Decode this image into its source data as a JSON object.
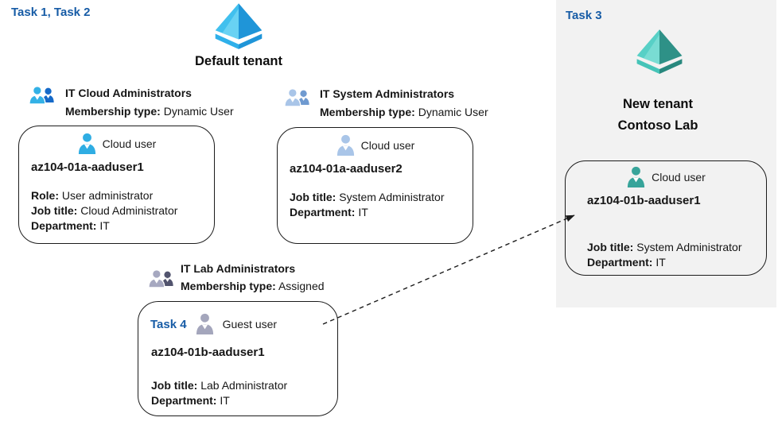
{
  "page": {
    "task12_label": "Task 1, Task 2",
    "task3_label": "Task 3"
  },
  "tenants": {
    "default": {
      "label": "Default tenant"
    },
    "new": {
      "line1": "New tenant",
      "line2": "Contoso Lab"
    }
  },
  "groups": [
    {
      "name": "IT Cloud Administrators",
      "membership_label": "Membership type:",
      "membership_value": "Dynamic User"
    },
    {
      "name": "IT System Administrators",
      "membership_label": "Membership type:",
      "membership_value": "Dynamic User"
    },
    {
      "name": "IT Lab Administrators",
      "membership_label": "Membership type:",
      "membership_value": "Assigned"
    }
  ],
  "user_boxes": [
    {
      "header": "Cloud user",
      "name": "az104-01a-aaduser1",
      "fields": [
        [
          "Role:",
          "User administrator"
        ],
        [
          "Job title:",
          "Cloud Administrator"
        ],
        [
          "Department:",
          "IT"
        ]
      ]
    },
    {
      "header": "Cloud user",
      "name": "az104-01a-aaduser2",
      "fields": [
        [
          "Job title:",
          "System Administrator"
        ],
        [
          "Department:",
          "IT"
        ]
      ]
    },
    {
      "task_label": "Task 4",
      "header": "Guest user",
      "name": "az104-01b-aaduser1",
      "fields": [
        [
          "Job title:",
          "Lab Administrator"
        ],
        [
          "Department:",
          "IT"
        ]
      ]
    },
    {
      "header": "Cloud user",
      "name": "az104-01b-aaduser1",
      "fields": [
        [
          "Job title:",
          "System Administrator"
        ],
        [
          "Department:",
          "IT"
        ]
      ]
    }
  ],
  "colors": {
    "task_accent": "#175ca6",
    "panel_gray": "#f2f2f2",
    "tenant_blue_light": "#41c0ee",
    "tenant_blue_dark": "#1f95d8",
    "tenant_teal_light": "#58d0c6",
    "tenant_teal_dark": "#2e9187",
    "user_cloud_blue": "#2fade3",
    "user_steel_blue": "#a9c5e8",
    "user_gray": "#a4a6bc",
    "user_teal": "#37a49a",
    "group_front_blue": "#33b1e6",
    "group_back_blue": "#1569c8",
    "group_front_steel": "#a9c5e8",
    "group_back_steel": "#6f9ad0",
    "group_front_gray": "#a6a8c0",
    "group_back_gray": "#52546e"
  }
}
